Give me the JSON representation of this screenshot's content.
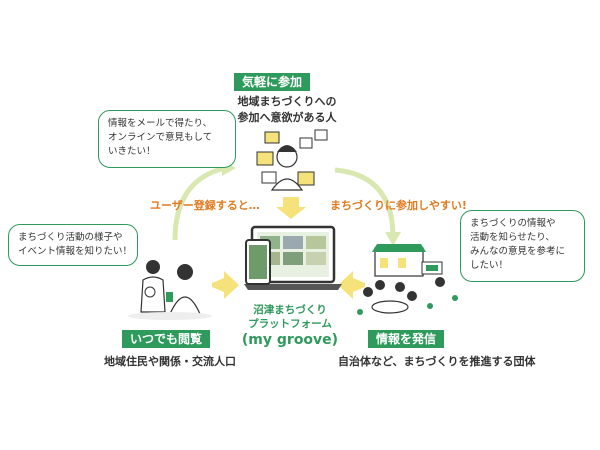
{
  "colors": {
    "green": "#2e9a5b",
    "light_green": "#d9e8b0",
    "orange": "#e07a1f",
    "yellow": "#f6e27a"
  },
  "top": {
    "tag": "気軽に参加",
    "desc_line1": "地域まちづくりへの",
    "desc_line2": "参加へ意欲がある人"
  },
  "bubble_top": {
    "line1": "情報をメールで得たり、",
    "line2": "オンラインで意見もして",
    "line3": "いきたい！"
  },
  "bubble_left": {
    "line1": "まちづくり活動の様子や",
    "line2": "イベント情報を知りたい！"
  },
  "bubble_right": {
    "line1": "まちづくりの情報や",
    "line2": "活動を知らせたり、",
    "line3": "みんなの意見を参考に",
    "line4": "したい！"
  },
  "arrow_left_label": "ユーザー登録すると…",
  "arrow_right_label": "まちづくりに参加しやすい!",
  "left": {
    "tag": "いつでも閲覧",
    "desc": "地域住民や関係・交流人口"
  },
  "right": {
    "tag": "情報を発信",
    "desc": "自治体など、まちづくりを推進する団体"
  },
  "platform": {
    "line1": "沼津まちづくり",
    "line2": "プラットフォーム",
    "line3": "(my groove)"
  }
}
